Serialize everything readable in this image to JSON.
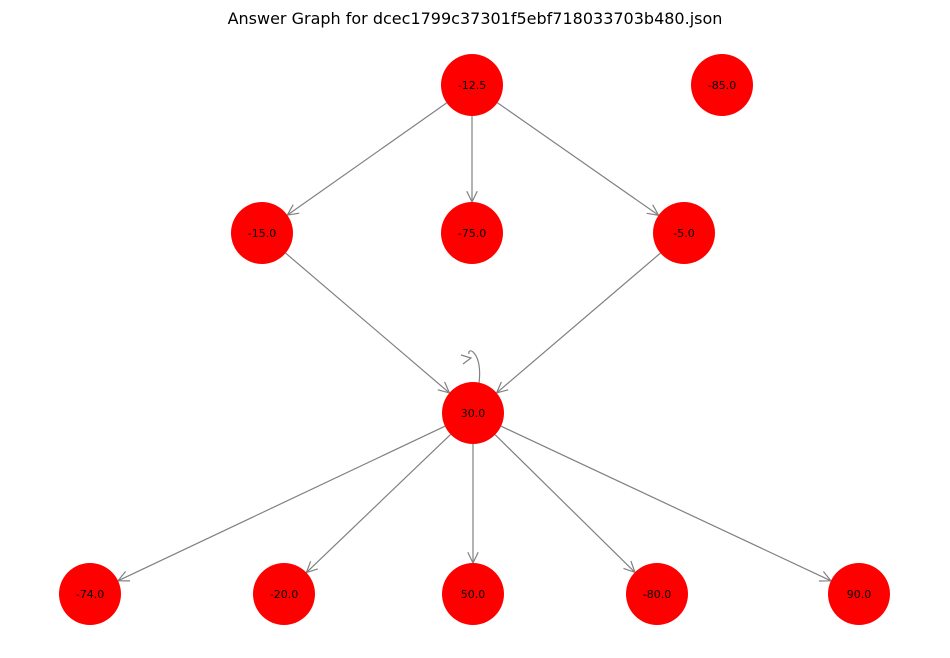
{
  "title": "Answer Graph for dcec1799c37301f5ebf718033703b480.json",
  "colors": {
    "node": "#ff0000",
    "edge": "#808080",
    "text": "#000000"
  },
  "nodes": [
    {
      "id": "n_m12_5",
      "label": "-12.5"
    },
    {
      "id": "n_m85",
      "label": "-85.0"
    },
    {
      "id": "n_m15",
      "label": "-15.0"
    },
    {
      "id": "n_m75",
      "label": "-75.0"
    },
    {
      "id": "n_m5",
      "label": "-5.0"
    },
    {
      "id": "n_30",
      "label": "30.0"
    },
    {
      "id": "n_m74",
      "label": "-74.0"
    },
    {
      "id": "n_m20",
      "label": "-20.0"
    },
    {
      "id": "n_50",
      "label": "50.0"
    },
    {
      "id": "n_m80",
      "label": "-80.0"
    },
    {
      "id": "n_90",
      "label": "90.0"
    }
  ],
  "edges": [
    {
      "from": "n_m12_5",
      "to": "n_m15"
    },
    {
      "from": "n_m12_5",
      "to": "n_m75"
    },
    {
      "from": "n_m12_5",
      "to": "n_m5"
    },
    {
      "from": "n_m15",
      "to": "n_30"
    },
    {
      "from": "n_m5",
      "to": "n_30"
    },
    {
      "from": "n_30",
      "to": "n_30"
    },
    {
      "from": "n_30",
      "to": "n_m74"
    },
    {
      "from": "n_30",
      "to": "n_m20"
    },
    {
      "from": "n_30",
      "to": "n_50"
    },
    {
      "from": "n_30",
      "to": "n_m80"
    },
    {
      "from": "n_30",
      "to": "n_90"
    }
  ]
}
